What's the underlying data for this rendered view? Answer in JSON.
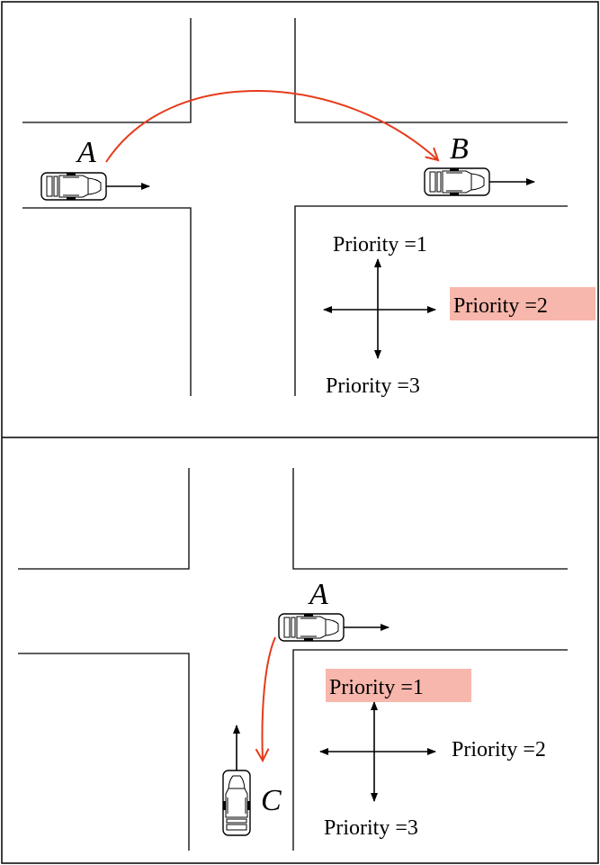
{
  "panels": [
    {
      "cars": [
        "A",
        "B"
      ],
      "priorities": {
        "north": "Priority =1",
        "east": "Priority =2",
        "south": "Priority =3"
      },
      "highlighted": "east"
    },
    {
      "cars": [
        "A",
        "C"
      ],
      "priorities": {
        "north": "Priority =1",
        "east": "Priority =2",
        "south": "Priority =3"
      },
      "highlighted": "north"
    }
  ],
  "colors": {
    "route_arrow": "#e53b1a",
    "highlight": "#f8b7ac"
  },
  "icons": [
    "car-icon",
    "direction-arrow-icon",
    "route-arrow-icon",
    "four-way-arrow-icon"
  ]
}
